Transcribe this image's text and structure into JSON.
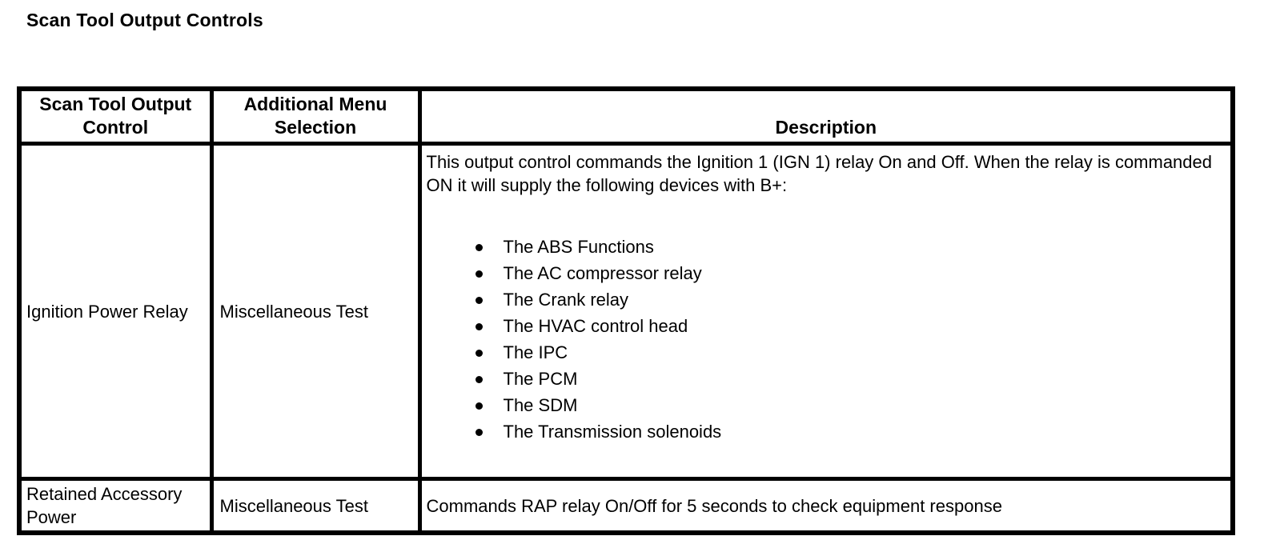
{
  "page_title": "Scan Tool Output Controls",
  "colors": {
    "text": "#000000",
    "background": "#ffffff",
    "table_border": "#000000"
  },
  "table": {
    "headers": [
      "Scan Tool Output Control",
      "Additional Menu Selection",
      "Description"
    ],
    "rows": [
      {
        "control": "Ignition Power Relay",
        "menu": "Miscellaneous Test",
        "description_intro": "This output control commands the Ignition 1 (IGN 1) relay On and Off. When the relay is commanded ON it will supply the following devices with B+:",
        "bullets": [
          "The ABS Functions",
          "The AC compressor relay",
          "The Crank relay",
          "The HVAC control head",
          "The IPC",
          "The PCM",
          "The SDM",
          "The Transmission solenoids"
        ]
      },
      {
        "control": "Retained Accessory Power",
        "menu": "Miscellaneous Test",
        "description": "Commands RAP relay On/Off for 5 seconds to check equipment response"
      }
    ]
  }
}
